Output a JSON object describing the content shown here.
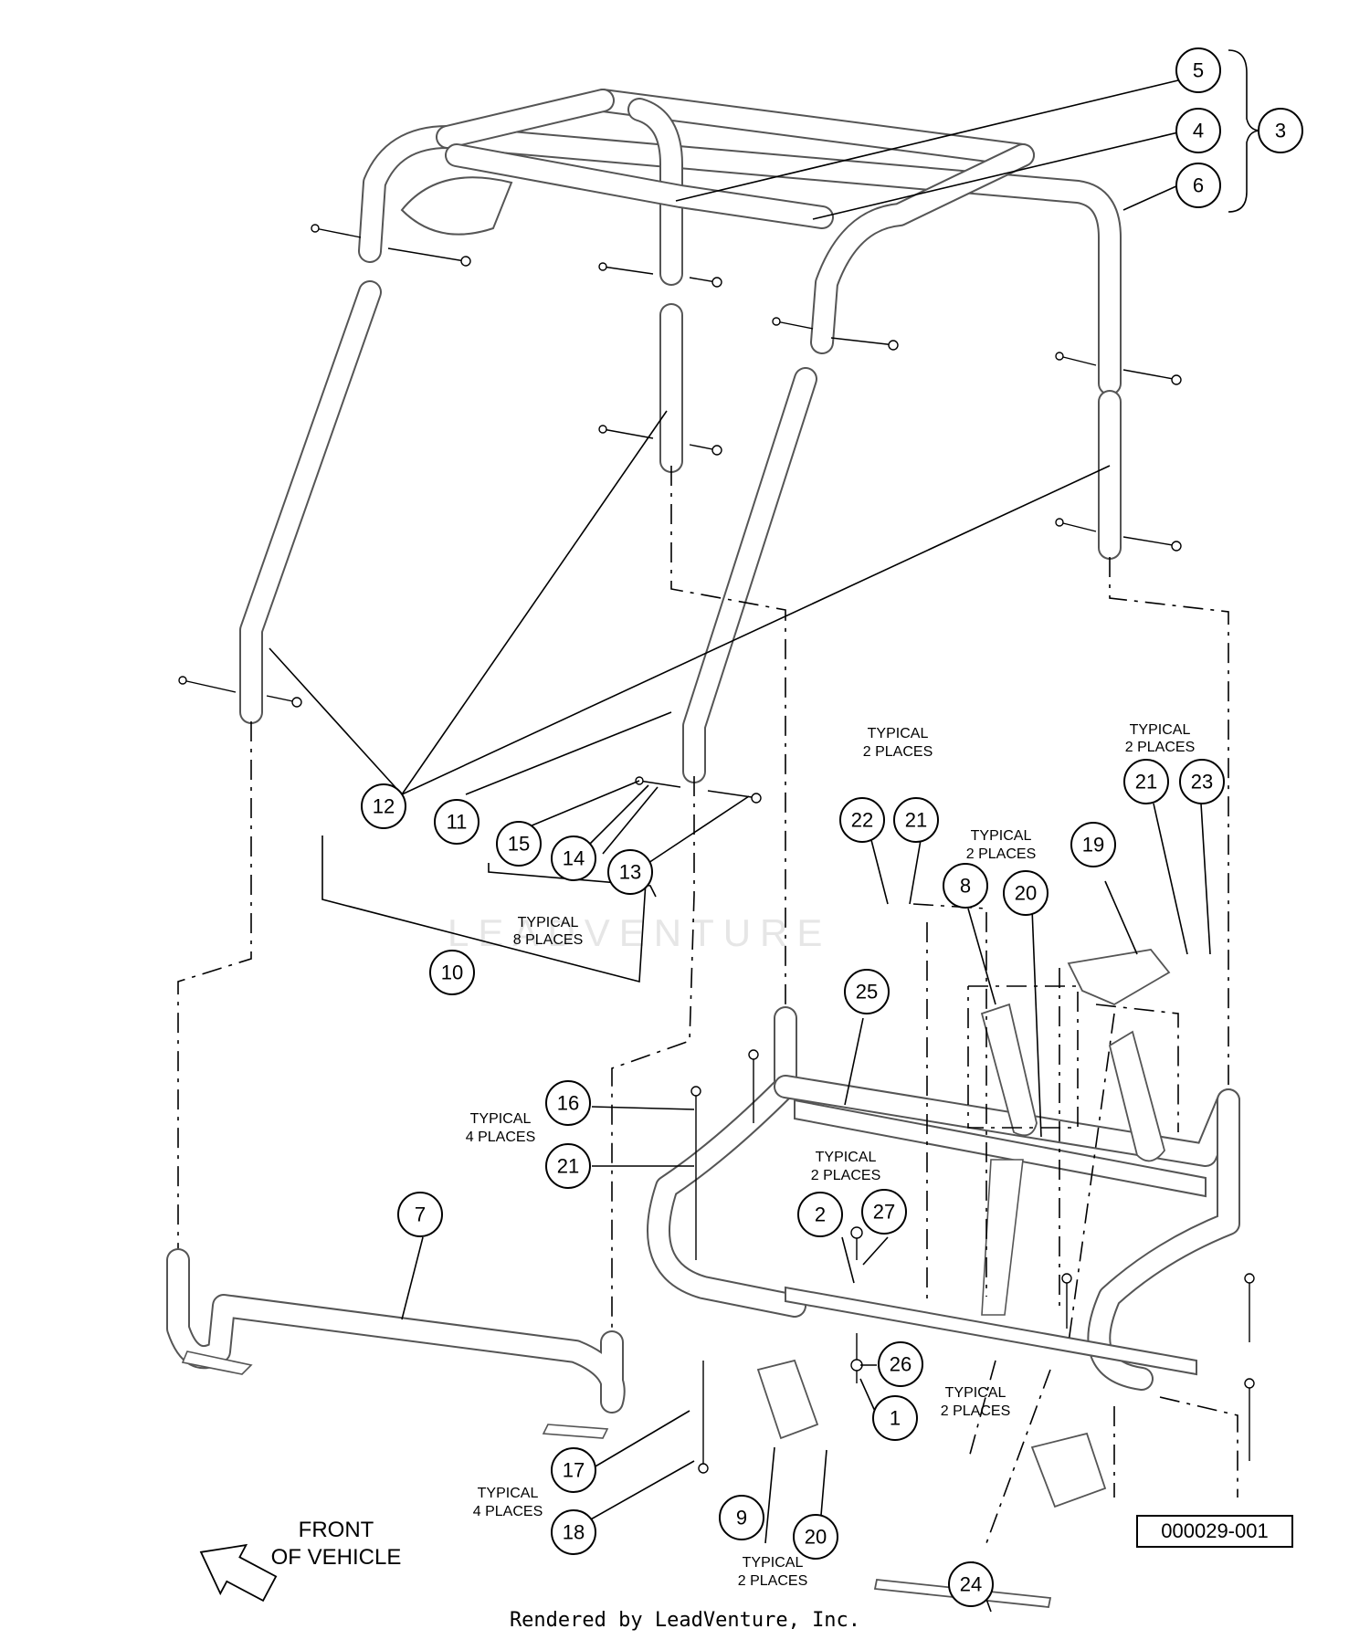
{
  "callouts": [
    {
      "id": "c5",
      "label": "5"
    },
    {
      "id": "c4",
      "label": "4"
    },
    {
      "id": "c3",
      "label": "3"
    },
    {
      "id": "c6",
      "label": "6"
    },
    {
      "id": "c12",
      "label": "12"
    },
    {
      "id": "c11",
      "label": "11"
    },
    {
      "id": "c15",
      "label": "15"
    },
    {
      "id": "c14",
      "label": "14"
    },
    {
      "id": "c13",
      "label": "13"
    },
    {
      "id": "c10",
      "label": "10"
    },
    {
      "id": "c22",
      "label": "22"
    },
    {
      "id": "c21a",
      "label": "21"
    },
    {
      "id": "c8",
      "label": "8"
    },
    {
      "id": "c20a",
      "label": "20"
    },
    {
      "id": "c19",
      "label": "19"
    },
    {
      "id": "c21b",
      "label": "21"
    },
    {
      "id": "c23",
      "label": "23"
    },
    {
      "id": "c25",
      "label": "25"
    },
    {
      "id": "c16",
      "label": "16"
    },
    {
      "id": "c21c",
      "label": "21"
    },
    {
      "id": "c7",
      "label": "7"
    },
    {
      "id": "c2",
      "label": "2"
    },
    {
      "id": "c27",
      "label": "27"
    },
    {
      "id": "c26",
      "label": "26"
    },
    {
      "id": "c1",
      "label": "1"
    },
    {
      "id": "c17",
      "label": "17"
    },
    {
      "id": "c18",
      "label": "18"
    },
    {
      "id": "c9",
      "label": "9"
    },
    {
      "id": "c20b",
      "label": "20"
    },
    {
      "id": "c24",
      "label": "24"
    }
  ],
  "notes": {
    "typical_8_line1": "TYPICAL",
    "typical_8_line2": "8 PLACES",
    "typical_2_a_line1": "TYPICAL",
    "typical_2_a_line2": "2 PLACES",
    "typical_2_b_line1": "TYPICAL",
    "typical_2_b_line2": "2 PLACES",
    "typical_2_c_line1": "TYPICAL",
    "typical_2_c_line2": "2 PLACES",
    "typical_4_a_line1": "TYPICAL",
    "typical_4_a_line2": "4 PLACES",
    "typical_2_d_line1": "TYPICAL",
    "typical_2_d_line2": "2 PLACES",
    "typical_2_e_line1": "TYPICAL",
    "typical_2_e_line2": "2 PLACES",
    "typical_4_b_line1": "TYPICAL",
    "typical_4_b_line2": "4 PLACES",
    "typical_2_f_line1": "TYPICAL",
    "typical_2_f_line2": "2 PLACES"
  },
  "front_label_line1": "FRONT",
  "front_label_line2": "OF VEHICLE",
  "drawing_number": "000029-001",
  "watermark": "LEADVENTURE",
  "footer": "Rendered by LeadVenture, Inc."
}
